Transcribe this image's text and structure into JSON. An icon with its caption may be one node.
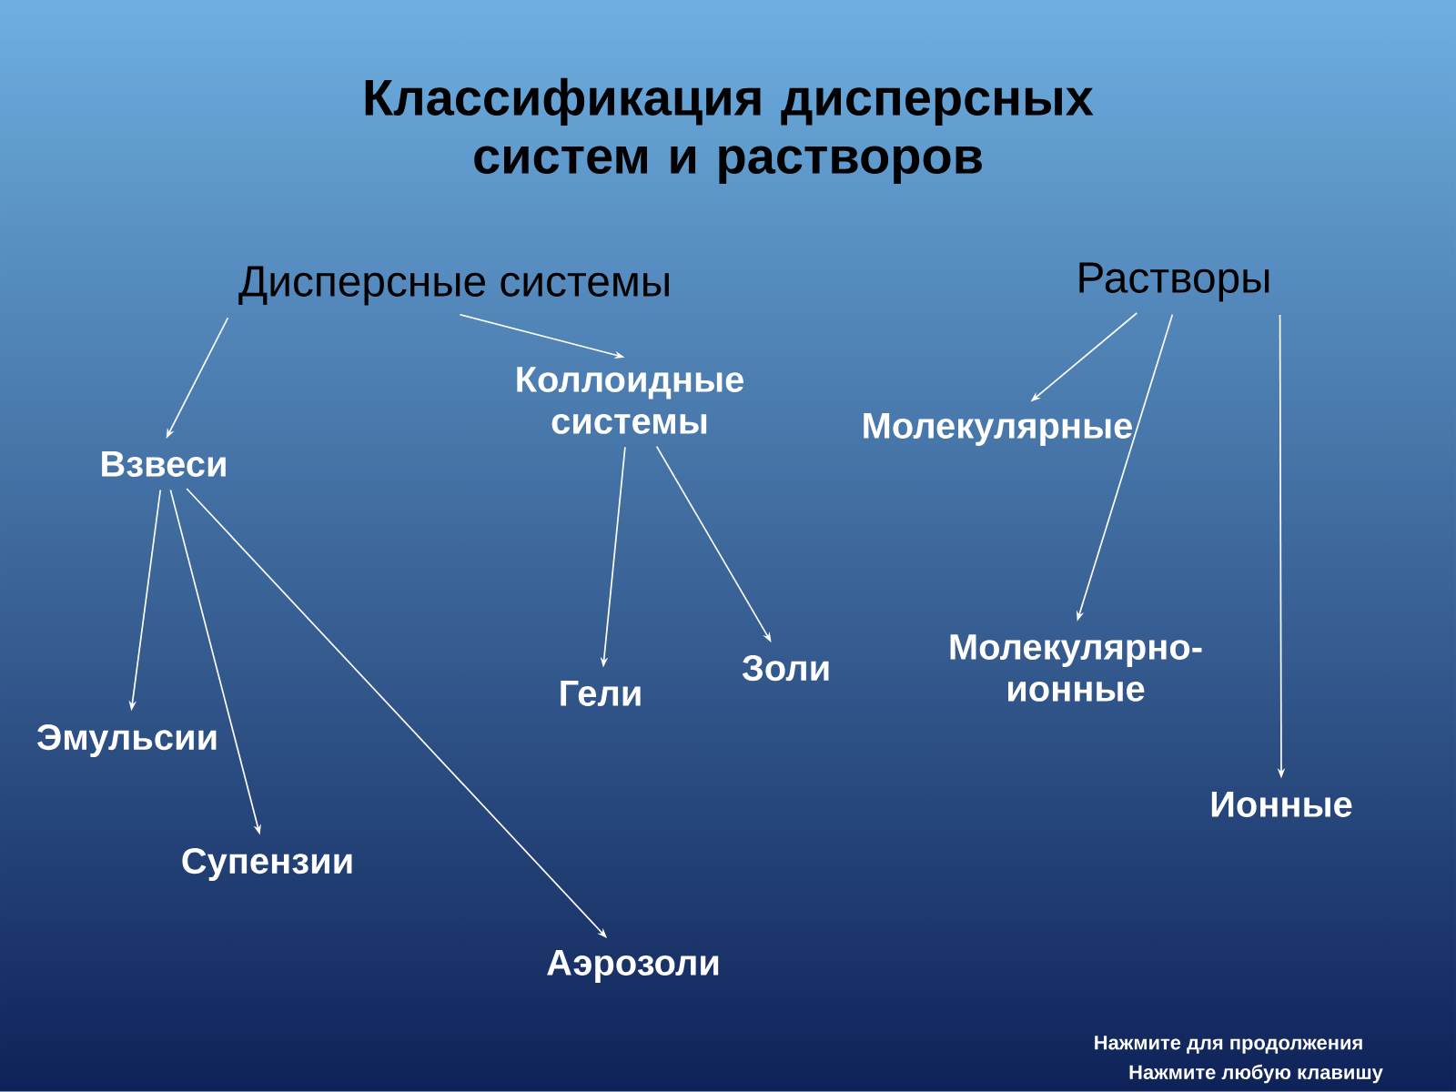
{
  "diagram": {
    "title": "Классификация дисперсных систем и растворов",
    "nodes": [
      {
        "text": [
          "Дисперсные системы"
        ]
      },
      {
        "text": [
          "Растворы"
        ]
      },
      {
        "text": [
          "Взвеси"
        ]
      },
      {
        "text": [
          "Коллоидные системы"
        ]
      },
      {
        "text": [
          "Молекулярные"
        ]
      },
      {
        "text": [
          "Эмульсии"
        ]
      },
      {
        "text": [
          "Супензии"
        ]
      },
      {
        "text": [
          "Аэрозоли"
        ]
      },
      {
        "text": [
          "Гели"
        ]
      },
      {
        "text": [
          "Золи"
        ]
      },
      {
        "text": [
          "Молекулярно- ионные"
        ]
      },
      {
        "text": [
          "Ионные"
        ]
      }
    ],
    "edges": [
      {
        "from": 0,
        "to": 2,
        "arrow": "to"
      },
      {
        "from": 0,
        "to": 3,
        "arrow": "to"
      },
      {
        "from": 1,
        "to": 4,
        "arrow": "to"
      },
      {
        "from": 1,
        "to": 10,
        "arrow": "to"
      },
      {
        "from": 1,
        "to": 11,
        "arrow": "to"
      },
      {
        "from": 2,
        "to": 5,
        "arrow": "to"
      },
      {
        "from": 2,
        "to": 6,
        "arrow": "to"
      },
      {
        "from": 2,
        "to": 7,
        "arrow": "to"
      },
      {
        "from": 3,
        "to": 8,
        "arrow": "to"
      },
      {
        "from": 3,
        "to": 9,
        "arrow": "to"
      }
    ],
    "labels": [
      "Нажмите для продолжения",
      "Нажмите любую клавишу"
    ]
  }
}
